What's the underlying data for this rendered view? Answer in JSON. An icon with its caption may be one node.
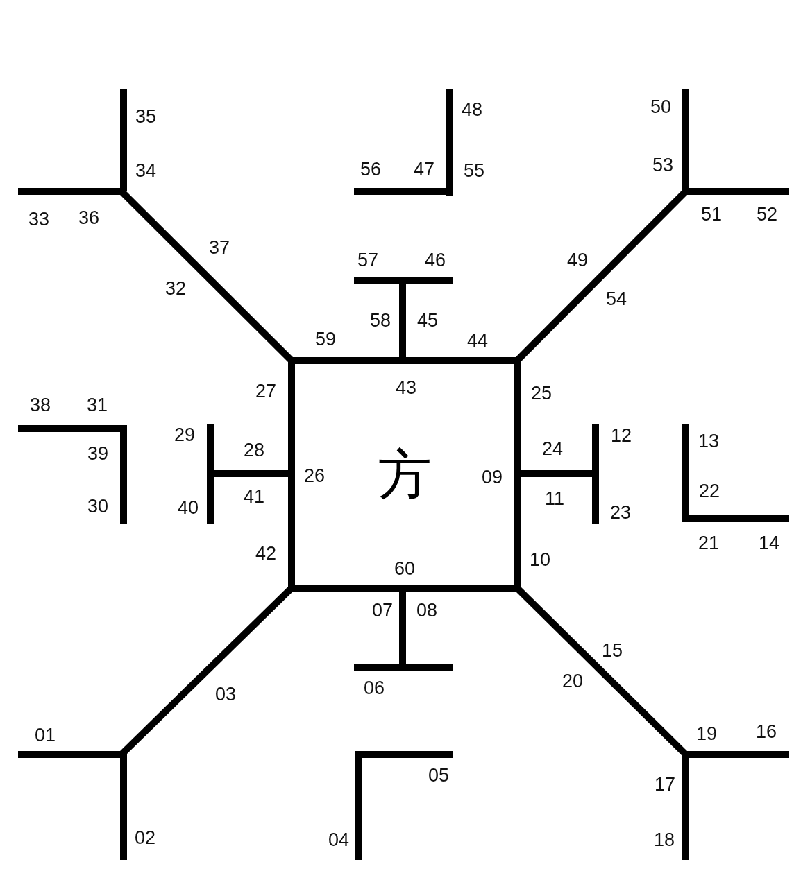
{
  "diagram": {
    "nodes": [
      {
        "text": [
          "方"
        ]
      }
    ],
    "labels": [
      "35",
      "48",
      "50",
      "34",
      "56",
      "47",
      "55",
      "53",
      "33",
      "36",
      "51",
      "52",
      "37",
      "57",
      "46",
      "49",
      "32",
      "54",
      "59",
      "58",
      "45",
      "44",
      "27",
      "43",
      "25",
      "38",
      "31",
      "39",
      "29",
      "28",
      "24",
      "12",
      "13",
      "26",
      "09",
      "30",
      "40",
      "41",
      "11",
      "23",
      "22",
      "21",
      "14",
      "42",
      "60",
      "10",
      "07",
      "08",
      "03",
      "06",
      "20",
      "15",
      "01",
      "19",
      "16",
      "05",
      "17",
      "02",
      "04",
      "18"
    ]
  }
}
